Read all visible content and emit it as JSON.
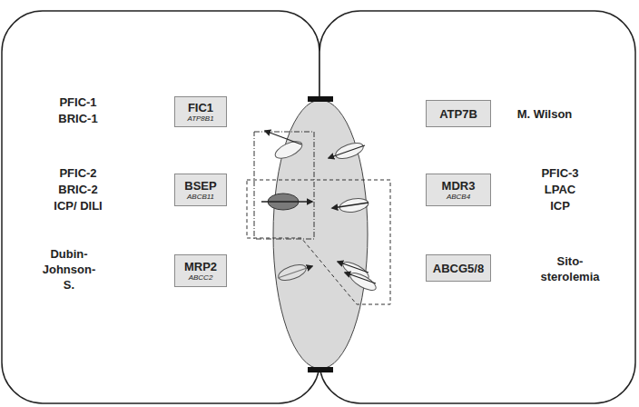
{
  "diagram": {
    "nodes": [
      {
        "text": [
          "FIC1",
          "ATP8B1"
        ]
      },
      {
        "text": [
          "BSEP",
          "ABCB11"
        ]
      },
      {
        "text": [
          "MRP2",
          "ABCC2"
        ]
      },
      {
        "text": [
          "ATP7B"
        ]
      },
      {
        "text": [
          "MDR3",
          "ABCB4"
        ]
      },
      {
        "text": [
          "ABCG5/8"
        ]
      }
    ],
    "labels": [
      "PFIC-1",
      "BRIC-1",
      "PFIC-2",
      "BRIC-2",
      "ICP/ DILI",
      "Dubin- Johnson-S.",
      "M. Wilson",
      "PFIC-3",
      "LPAC",
      "ICP",
      "Sito- sterolemia"
    ]
  }
}
